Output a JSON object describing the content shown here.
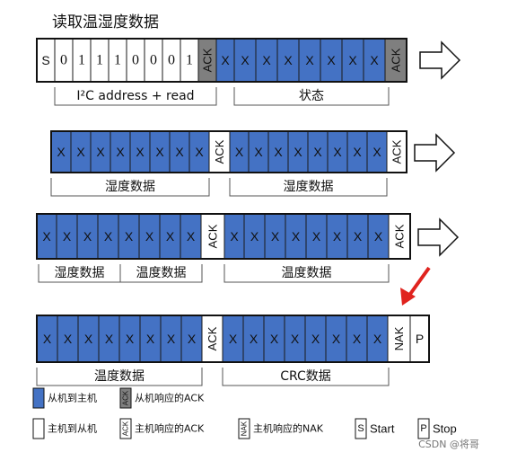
{
  "title": "读取温湿度数据",
  "colors": {
    "blue": "#4472C4",
    "ack_gray": "#7F7F7F",
    "white": "#ffffff",
    "arrow_red": "#E0231E"
  },
  "rows": [
    {
      "cells": [
        {
          "t": "S",
          "k": "start"
        },
        {
          "t": "0",
          "k": "bit"
        },
        {
          "t": "1",
          "k": "bit"
        },
        {
          "t": "1",
          "k": "bit"
        },
        {
          "t": "1",
          "k": "bit"
        },
        {
          "t": "0",
          "k": "bit"
        },
        {
          "t": "0",
          "k": "bit"
        },
        {
          "t": "0",
          "k": "bit"
        },
        {
          "t": "1",
          "k": "bit"
        },
        {
          "t": "ACK",
          "k": "slave_ack"
        },
        {
          "t": "X",
          "k": "data"
        },
        {
          "t": "X",
          "k": "data"
        },
        {
          "t": "X",
          "k": "data"
        },
        {
          "t": "X",
          "k": "data"
        },
        {
          "t": "X",
          "k": "data"
        },
        {
          "t": "X",
          "k": "data"
        },
        {
          "t": "X",
          "k": "data"
        },
        {
          "t": "X",
          "k": "data"
        },
        {
          "t": "ACK",
          "k": "slave_ack"
        }
      ],
      "labels": [
        "I²C address + read",
        "状态"
      ]
    },
    {
      "cells": [
        {
          "t": "X",
          "k": "data"
        },
        {
          "t": "X",
          "k": "data"
        },
        {
          "t": "X",
          "k": "data"
        },
        {
          "t": "X",
          "k": "data"
        },
        {
          "t": "X",
          "k": "data"
        },
        {
          "t": "X",
          "k": "data"
        },
        {
          "t": "X",
          "k": "data"
        },
        {
          "t": "X",
          "k": "data"
        },
        {
          "t": "ACK",
          "k": "master_ack"
        },
        {
          "t": "X",
          "k": "data"
        },
        {
          "t": "X",
          "k": "data"
        },
        {
          "t": "X",
          "k": "data"
        },
        {
          "t": "X",
          "k": "data"
        },
        {
          "t": "X",
          "k": "data"
        },
        {
          "t": "X",
          "k": "data"
        },
        {
          "t": "X",
          "k": "data"
        },
        {
          "t": "X",
          "k": "data"
        },
        {
          "t": "ACK",
          "k": "master_ack"
        }
      ],
      "labels": [
        "湿度数据",
        "湿度数据"
      ]
    },
    {
      "cells": [
        {
          "t": "X",
          "k": "data"
        },
        {
          "t": "X",
          "k": "data"
        },
        {
          "t": "X",
          "k": "data"
        },
        {
          "t": "X",
          "k": "data"
        },
        {
          "t": "X",
          "k": "data"
        },
        {
          "t": "X",
          "k": "data"
        },
        {
          "t": "X",
          "k": "data"
        },
        {
          "t": "X",
          "k": "data"
        },
        {
          "t": "ACK",
          "k": "master_ack"
        },
        {
          "t": "X",
          "k": "data"
        },
        {
          "t": "X",
          "k": "data"
        },
        {
          "t": "X",
          "k": "data"
        },
        {
          "t": "X",
          "k": "data"
        },
        {
          "t": "X",
          "k": "data"
        },
        {
          "t": "X",
          "k": "data"
        },
        {
          "t": "X",
          "k": "data"
        },
        {
          "t": "X",
          "k": "data"
        },
        {
          "t": "ACK",
          "k": "master_ack"
        }
      ],
      "labels": [
        "湿度数据",
        "温度数据",
        "温度数据"
      ]
    },
    {
      "cells": [
        {
          "t": "X",
          "k": "data"
        },
        {
          "t": "X",
          "k": "data"
        },
        {
          "t": "X",
          "k": "data"
        },
        {
          "t": "X",
          "k": "data"
        },
        {
          "t": "X",
          "k": "data"
        },
        {
          "t": "X",
          "k": "data"
        },
        {
          "t": "X",
          "k": "data"
        },
        {
          "t": "X",
          "k": "data"
        },
        {
          "t": "ACK",
          "k": "master_ack"
        },
        {
          "t": "X",
          "k": "data"
        },
        {
          "t": "X",
          "k": "data"
        },
        {
          "t": "X",
          "k": "data"
        },
        {
          "t": "X",
          "k": "data"
        },
        {
          "t": "X",
          "k": "data"
        },
        {
          "t": "X",
          "k": "data"
        },
        {
          "t": "X",
          "k": "data"
        },
        {
          "t": "X",
          "k": "data"
        },
        {
          "t": "NAK",
          "k": "master_nak"
        },
        {
          "t": "P",
          "k": "stop"
        }
      ],
      "labels": [
        "温度数据",
        "CRC数据"
      ]
    }
  ],
  "legend": {
    "slave_to_master": "从机到主机",
    "slave_ack_label": "从机响应的ACK",
    "master_to_slave": "主机到从机",
    "master_ack_label": "主机响应的ACK",
    "master_nak_label": "主机响应的NAK",
    "start_symbol": "S",
    "start_label": "Start",
    "stop_symbol": "P",
    "stop_label": "Stop",
    "ack_symbol": "ACK",
    "nak_symbol": "NAK"
  },
  "watermark": "CSDN @将哥"
}
